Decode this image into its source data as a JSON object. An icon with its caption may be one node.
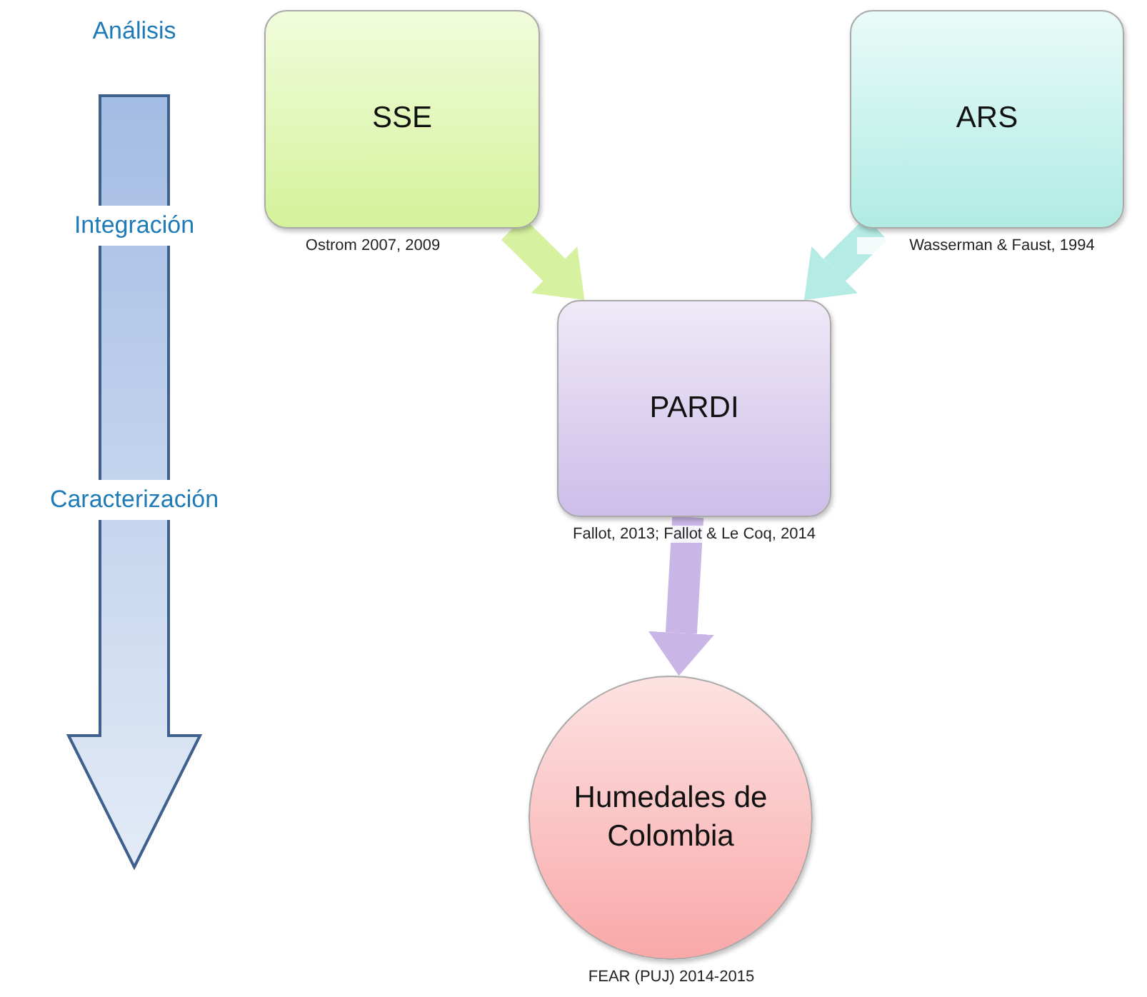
{
  "diagram": {
    "nodes": [
      {
        "text": [
          "SSE"
        ],
        "beside": [
          "Ostrom 2007, 2009"
        ]
      },
      {
        "text": [
          "ARS"
        ],
        "beside": [
          "Wasserman & Faust, 1994"
        ]
      },
      {
        "text": [
          "PARDI"
        ],
        "beside": [
          "Fallot, 2013; Fallot & Le Coq, 2014"
        ]
      },
      {
        "text": [
          "Humedales de Colombia"
        ],
        "beside": [
          "FEAR (PUJ) 2014-2015"
        ]
      }
    ],
    "edges": [
      {
        "from": 0,
        "to": 2,
        "arrow": "to",
        "color": "#d6f2a0"
      },
      {
        "from": 1,
        "to": 2,
        "arrow": "to",
        "color": "#b4ebe4"
      },
      {
        "from": 2,
        "to": 3,
        "arrow": "to",
        "color": "#c9b6e6"
      }
    ],
    "labels": [
      "Análisis",
      "Integración",
      "Caracterización"
    ]
  }
}
